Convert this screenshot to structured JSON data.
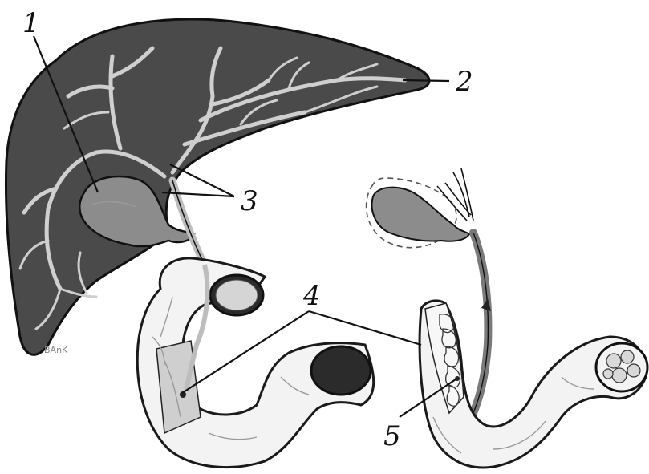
{
  "figure": {
    "labels": {
      "l1": "1",
      "l2": "2",
      "l3": "3",
      "l4": "4",
      "l5": "5"
    },
    "signature": "BAnK"
  },
  "colors": {
    "liver": "#4a4a4a",
    "ducts": "#cfcfcf",
    "gallbladder": "#8c8c8c",
    "intestine": "#f3f3f3",
    "outline": "#111111"
  }
}
